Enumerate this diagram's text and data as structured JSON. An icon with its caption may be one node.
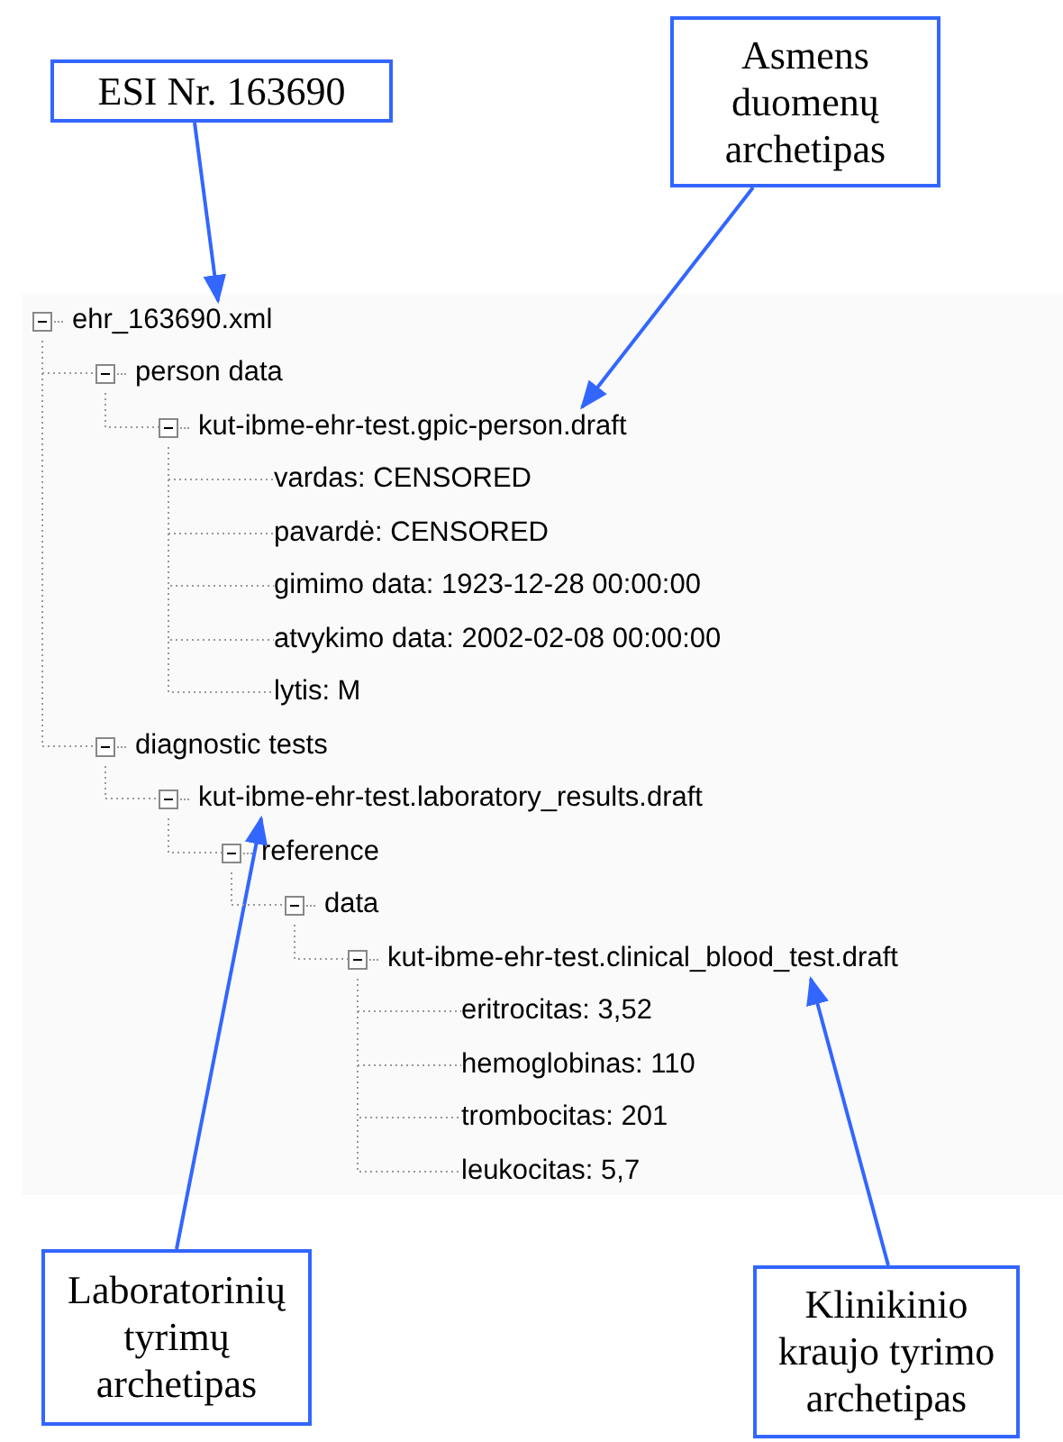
{
  "diagram": {
    "nodes": [
      {
        "text": [
          "ESI Nr. 163690"
        ]
      },
      {
        "text": [
          "Asmens duomenų archetipas"
        ]
      },
      {
        "text": [
          "ehr_163690.xml"
        ]
      },
      {
        "text": [
          "person data"
        ]
      },
      {
        "text": [
          "kut-ibme-ehr-test.gpic-person.draft"
        ]
      },
      {
        "text": [
          "vardas: CENSORED"
        ]
      },
      {
        "text": [
          "pavardė: CENSORED"
        ]
      },
      {
        "text": [
          "gimimo data: 1923-12-28 00:00:00"
        ]
      },
      {
        "text": [
          "atvykimo data: 2002-02-08 00:00:00"
        ]
      },
      {
        "text": [
          "lytis: M"
        ]
      },
      {
        "text": [
          "diagnostic tests"
        ]
      },
      {
        "text": [
          "kut-ibme-ehr-test.laboratory_results.draft"
        ]
      },
      {
        "text": [
          "reference"
        ]
      },
      {
        "text": [
          "data"
        ]
      },
      {
        "text": [
          "kut-ibme-ehr-test.clinical_blood_test.draft"
        ]
      },
      {
        "text": [
          "eritrocitas: 3,52"
        ]
      },
      {
        "text": [
          "hemoglobinas: 110"
        ]
      },
      {
        "text": [
          "trombocitas: 201"
        ]
      },
      {
        "text": [
          "leukocitas: 5,7"
        ]
      },
      {
        "text": [
          "Laboratorinių tyrimų archetipas"
        ]
      },
      {
        "text": [
          "Klinikinio kraujo tyrimo archetipas"
        ]
      }
    ],
    "edges": [
      {
        "from": 0,
        "to": 2,
        "arrow": "to",
        "color": "#3366ff"
      },
      {
        "from": 1,
        "to": 4,
        "arrow": "to",
        "color": "#3366ff"
      },
      {
        "from": 19,
        "to": 11,
        "arrow": "to",
        "color": "#3366ff"
      },
      {
        "from": 20,
        "to": 14,
        "arrow": "to",
        "color": "#3366ff"
      },
      {
        "from": 2,
        "to": 3,
        "arrow": "none",
        "style": "dashed"
      },
      {
        "from": 2,
        "to": 10,
        "arrow": "none",
        "style": "dashed"
      },
      {
        "from": 3,
        "to": 4,
        "arrow": "none",
        "style": "dashed"
      },
      {
        "from": 4,
        "to": 5,
        "arrow": "none",
        "style": "dashed"
      },
      {
        "from": 4,
        "to": 6,
        "arrow": "none",
        "style": "dashed"
      },
      {
        "from": 4,
        "to": 7,
        "arrow": "none",
        "style": "dashed"
      },
      {
        "from": 4,
        "to": 8,
        "arrow": "none",
        "style": "dashed"
      },
      {
        "from": 4,
        "to": 9,
        "arrow": "none",
        "style": "dashed"
      },
      {
        "from": 10,
        "to": 11,
        "arrow": "none",
        "style": "dashed"
      },
      {
        "from": 11,
        "to": 12,
        "arrow": "none",
        "style": "dashed"
      },
      {
        "from": 12,
        "to": 13,
        "arrow": "none",
        "style": "dashed"
      },
      {
        "from": 13,
        "to": 14,
        "arrow": "none",
        "style": "dashed"
      },
      {
        "from": 14,
        "to": 15,
        "arrow": "none",
        "style": "dashed"
      },
      {
        "from": 14,
        "to": 16,
        "arrow": "none",
        "style": "dashed"
      },
      {
        "from": 14,
        "to": 17,
        "arrow": "none",
        "style": "dashed"
      },
      {
        "from": 14,
        "to": 18,
        "arrow": "none",
        "style": "dashed"
      }
    ]
  }
}
